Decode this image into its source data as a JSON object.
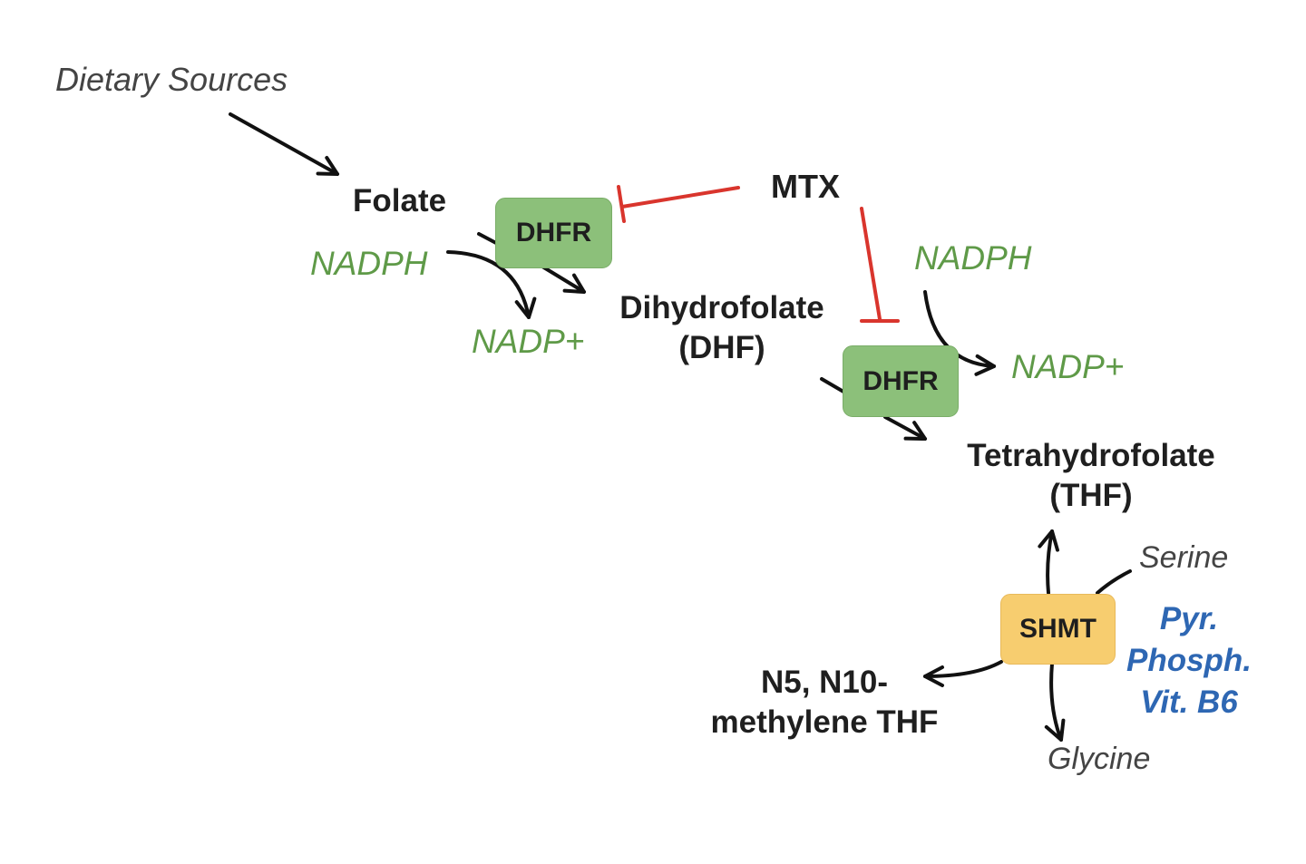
{
  "colors": {
    "arrow": "#111111",
    "inhibition": "#d9352d",
    "cofactor_text": "#5f9a48",
    "vitamin_text": "#2e67b3",
    "enzyme_green": "#8cc07a",
    "enzyme_orange": "#f7cd6f"
  },
  "labels": {
    "dietary_sources": "Dietary Sources",
    "folate": "Folate",
    "mtx": "MTX",
    "dihydrofolate_line1": "Dihydrofolate",
    "dihydrofolate_line2": "(DHF)",
    "tetrahydrofolate_line1": "Tetrahydrofolate",
    "tetrahydrofolate_line2": "(THF)",
    "methylene_line1": "N5, N10-",
    "methylene_line2": "methylene THF",
    "nadph_1": "NADPH",
    "nadp_1": "NADP+",
    "nadph_2": "NADPH",
    "nadp_2": "NADP+",
    "serine": "Serine",
    "glycine": "Glycine",
    "vitamin_line1": "Pyr.",
    "vitamin_line2": "Phosph.",
    "vitamin_line3": "Vit. B6"
  },
  "enzymes": {
    "dhfr_1": "DHFR",
    "dhfr_2": "DHFR",
    "shmt": "SHMT"
  }
}
